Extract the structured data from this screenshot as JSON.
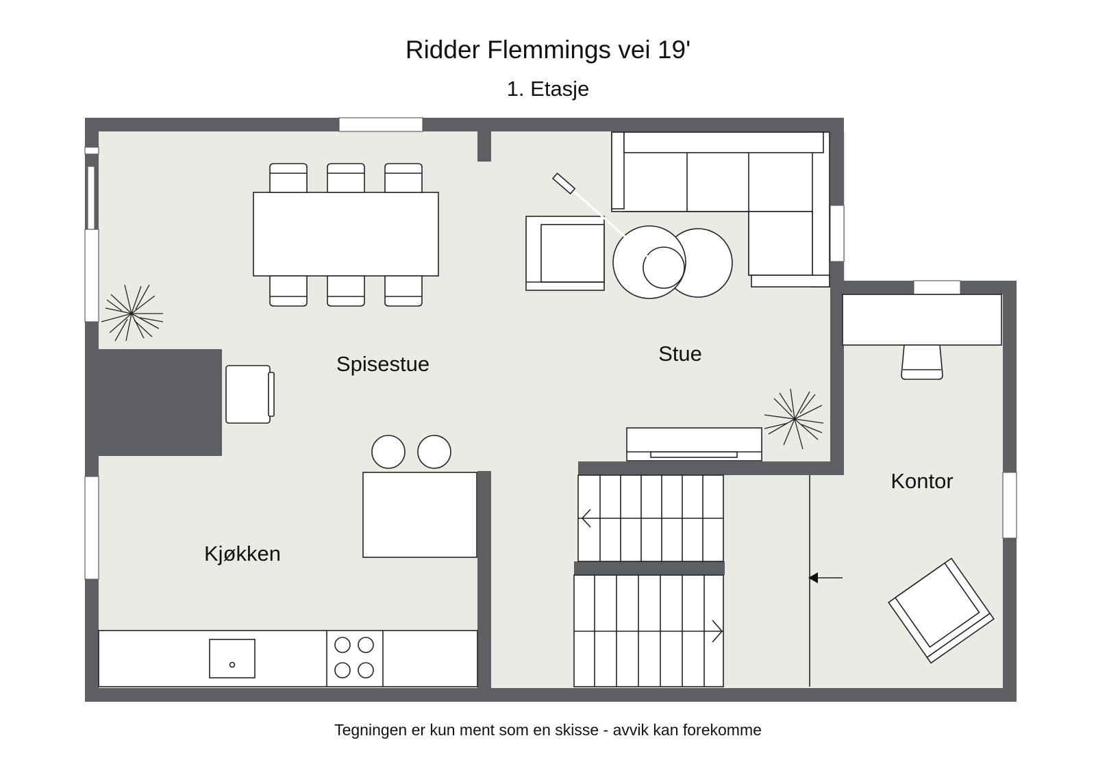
{
  "header": {
    "title": "Ridder Flemmings vei 19'",
    "subtitle": "1. Etasje"
  },
  "rooms": {
    "spisestue": "Spisestue",
    "stue": "Stue",
    "kjokken": "Kjøkken",
    "kontor": "Kontor"
  },
  "footer": {
    "disclaimer": "Tegningen er kun ment som en skisse - avvik kan forekomme"
  },
  "colors": {
    "wall": "#5d5f63",
    "floor": "#eaebe5",
    "furniture": "#ffffff",
    "outline": "#222222"
  }
}
